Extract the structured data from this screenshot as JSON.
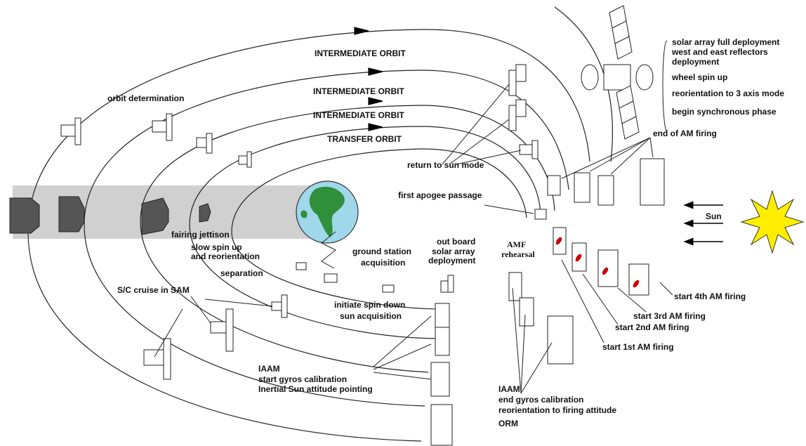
{
  "orbits": {
    "intermediate_1": "INTERMEDIATE ORBIT",
    "intermediate_2": "INTERMEDIATE ORBIT",
    "intermediate_3": "INTERMEDIATE ORBIT",
    "transfer": "TRANSFER ORBIT"
  },
  "sun_label": "Sun",
  "synchronous": {
    "items": [
      "solar array full deployment",
      "west and east reflectors",
      "deployment",
      "wheel spin up",
      "reorientation to 3 axis mode",
      "begin synchronous phase"
    ]
  },
  "labels": {
    "orbit_determination": "orbit determination",
    "end_am_firing": "end of  AM firing",
    "return_sun_mode": "return to sun mode",
    "first_apogee": "first apogee passage",
    "fairing_jettison": "fairing jettison",
    "slow_spin_1": "slow spin up",
    "slow_spin_2": "and reorientation",
    "separation": "separation",
    "ground_station_1": "ground station",
    "ground_station_2": "acquisition",
    "outboard_1": "out board",
    "outboard_2": "solar array",
    "outboard_3": "deployment",
    "amf_1": "AMF",
    "amf_2": "rehearsal",
    "cruise_sam": "S/C cruise in SAM",
    "spin_down_1": "initiate spin down",
    "spin_down_2": "sun acquisition",
    "start_4th": "start 4th AM firing",
    "start_3rd": "start 3rd AM firing",
    "start_2nd": "start 2nd AM firing",
    "start_1st": "start 1st AM firing",
    "iaam_start_1": "IAAM",
    "iaam_start_2": "start gyros calibration",
    "iaam_start_3": "Inertial Sun attitude pointing",
    "iaam_end_1": "IAAM",
    "iaam_end_2": "end gyros calibration",
    "iaam_end_3": "reorientation to firing attitude",
    "orm": "ORM"
  },
  "colors": {
    "earth_ocean": "#9fd8ea",
    "earth_land": "#2f8f3a",
    "sun": "#ffee00",
    "launch_band": "#c8c8c8",
    "firing_mark": "#cc0000"
  }
}
